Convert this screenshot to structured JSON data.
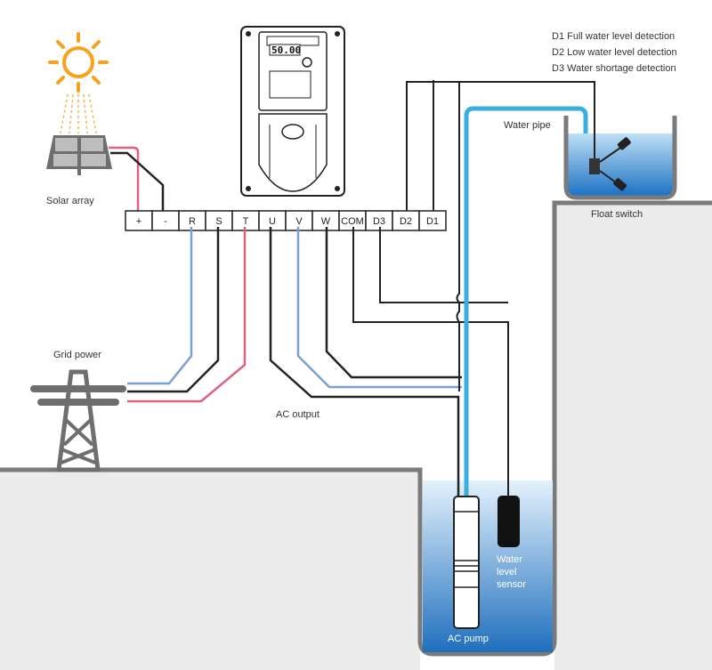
{
  "legend": {
    "d1": "D1 Full water level detection",
    "d2": "D2 Low water level detection",
    "d3": "D3 Water shortage detection"
  },
  "labels": {
    "solar_array": "Solar array",
    "grid_power": "Grid power",
    "ac_output": "AC output",
    "water_pipe": "Water pipe",
    "float_switch": "Float switch",
    "water_level_sensor": [
      "Water",
      "level",
      "sensor"
    ],
    "ac_pump": "AC pump"
  },
  "inverter": {
    "display": "50.00"
  },
  "terminals": [
    "+",
    "-",
    "R",
    "S",
    "T",
    "U",
    "V",
    "W",
    "COM",
    "D3",
    "D2",
    "D1"
  ],
  "colors": {
    "ground": "#ebebeb",
    "ground_edge": "#7f7f7f",
    "water_top": "#dff0fb",
    "water_bottom": "#1f6fbe",
    "wire_black": "#222222",
    "wire_blue": "#7b9fd4",
    "wire_red": "#e0607f",
    "pipe": "#3aaee3",
    "sun": "#f6a21c",
    "tower": "#6e6e6e"
  }
}
